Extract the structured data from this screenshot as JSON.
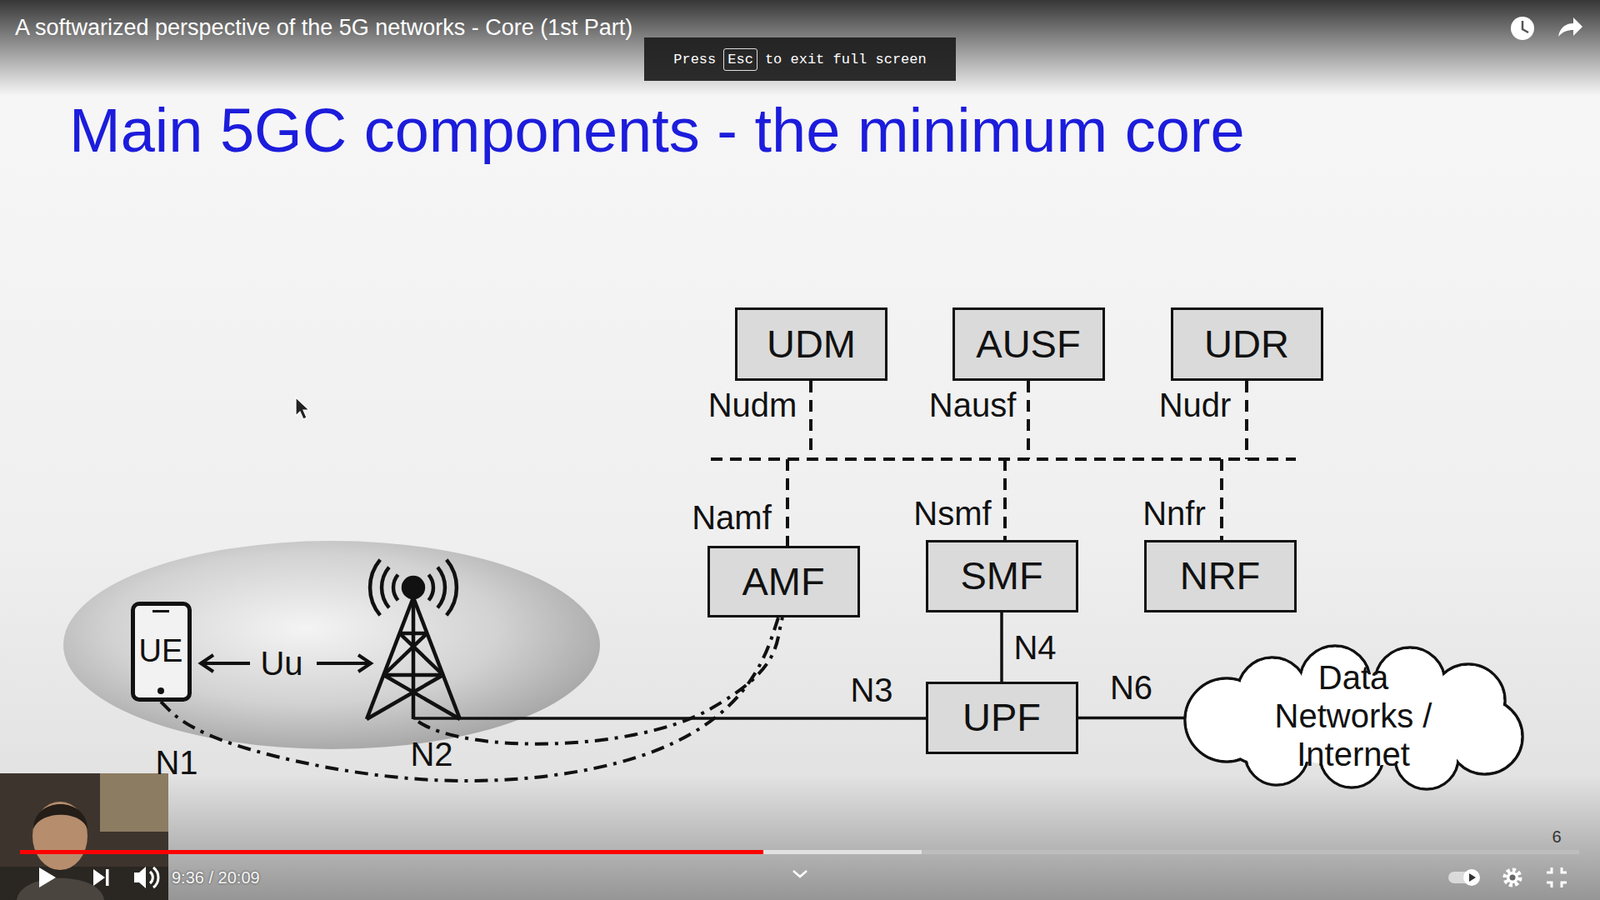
{
  "diagram": {
    "title": "Main 5GC components - the minimum core",
    "nodes": [
      {
        "text": [
          "UDM"
        ]
      },
      {
        "text": [
          "AUSF"
        ]
      },
      {
        "text": [
          "UDR"
        ]
      },
      {
        "text": [
          "AMF"
        ]
      },
      {
        "text": [
          "SMF"
        ]
      },
      {
        "text": [
          "NRF"
        ]
      },
      {
        "text": [
          "UE"
        ]
      },
      {
        "text": [
          "UPF"
        ]
      },
      {
        "text": [
          "Data Networks / Internet"
        ]
      }
    ],
    "edges": [
      {
        "from": 4,
        "to": 7,
        "label": "N4",
        "arrow": "none"
      },
      {
        "from": 7,
        "to": 8,
        "label": "N6",
        "arrow": "none"
      },
      {
        "from": 6,
        "to": 3,
        "arrow": "none"
      }
    ],
    "labels": [
      "A softwarized perspective of the 5G networks - Core (1st Part)",
      "Press",
      "Esc",
      "to exit full screen",
      "Nudm",
      "Nausf",
      "Nudr",
      "Namf",
      "Nsmf",
      "Nnfr",
      "Uu",
      "N1",
      "N2",
      "N3",
      "9:36 / 20:09",
      "6"
    ]
  }
}
